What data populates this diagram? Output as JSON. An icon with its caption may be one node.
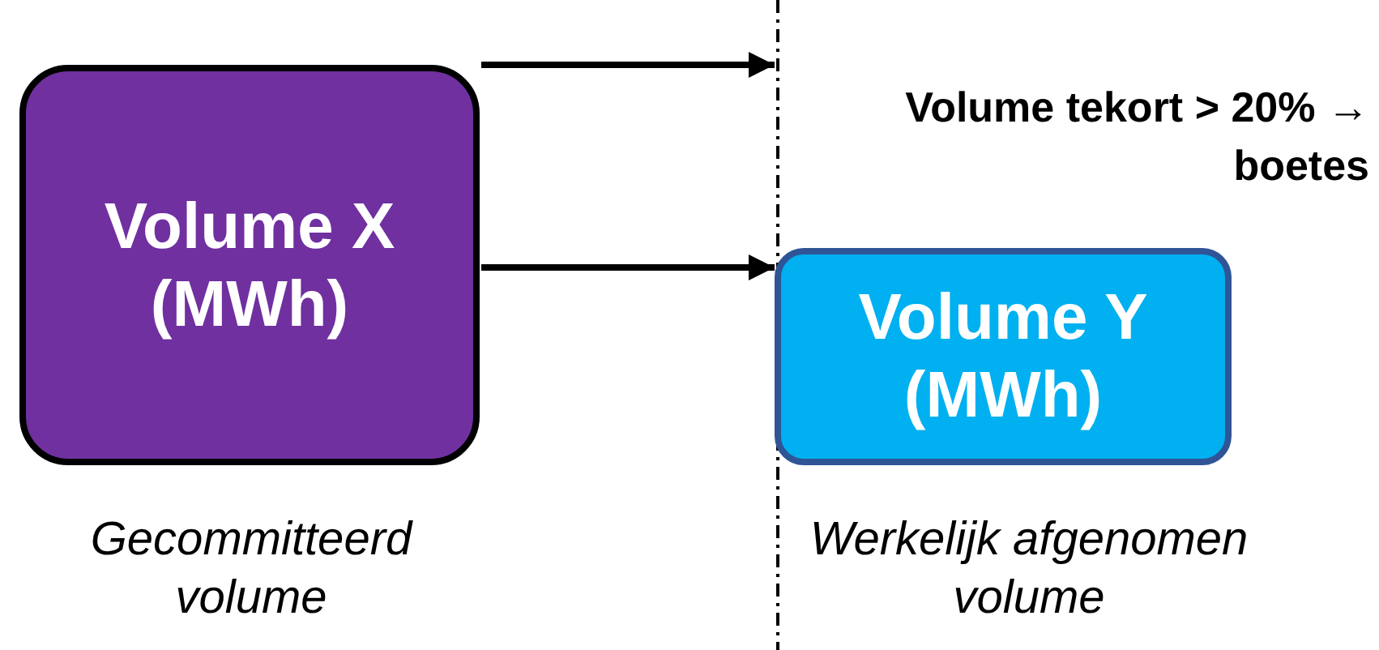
{
  "diagram": {
    "nodes": [
      {
        "text": [
          "Volume X (MWh)"
        ],
        "beside": [
          "Gecommitteerd volume"
        ]
      },
      {
        "text": [
          "Volume Y (MWh)"
        ],
        "beside": [
          "Werkelijk afgenomen volume"
        ]
      }
    ],
    "edges": [
      {
        "from": 0,
        "to": null,
        "arrow": "to"
      },
      {
        "from": 0,
        "to": 1,
        "arrow": "to"
      }
    ],
    "labels": [
      "Volume tekort > 20% → boetes"
    ]
  }
}
